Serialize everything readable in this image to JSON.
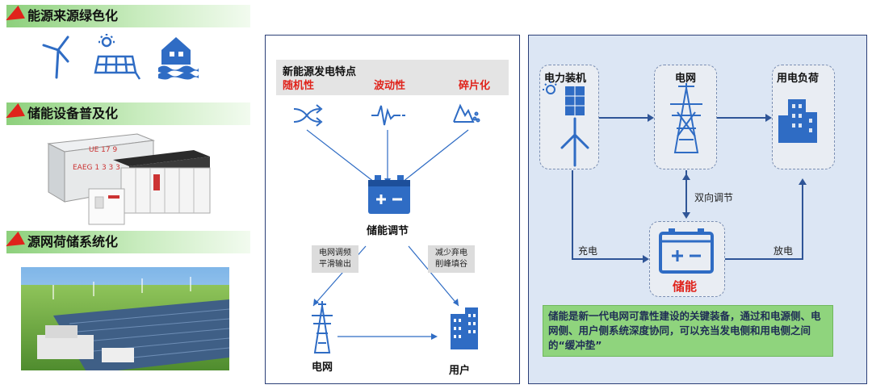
{
  "left": {
    "sections": [
      {
        "title": "能源来源绿色化"
      },
      {
        "title": "储能设备普及化"
      },
      {
        "title": "源网荷储系统化"
      }
    ],
    "icons": [
      "wind-turbine-icon",
      "solar-panel-icon",
      "hydro-power-icon"
    ],
    "container_text": [
      "UE 17 9",
      "EAEG 1 3 3 3"
    ]
  },
  "middle": {
    "header": "新能源发电特点",
    "traits": [
      "随机性",
      "波动性",
      "碎片化"
    ],
    "storage_label": "储能调节",
    "left_note": [
      "电网调频",
      "平滑输出"
    ],
    "right_note": [
      "减少弃电",
      "削峰填谷"
    ],
    "grid_label": "电网",
    "user_label": "用户"
  },
  "right": {
    "power_label": "电力装机",
    "grid_label": "电网",
    "load_label": "用电负荷",
    "bidirectional_label": "双向调节",
    "charge_label": "充电",
    "discharge_label": "放电",
    "storage_label": "储能",
    "summary": "储能是新一代电网可靠性建设的关键装备，通过和电源侧、电网侧、用户侧系统深度协同，可以充当发电侧和用电侧之间的“缓冲垫”"
  },
  "colors": {
    "accent_red": "#e0231b",
    "navy": "#2b3f77",
    "icon_blue": "#2f6cc4",
    "header_green": "#8dd07c",
    "summary_green": "#8fd47d"
  }
}
